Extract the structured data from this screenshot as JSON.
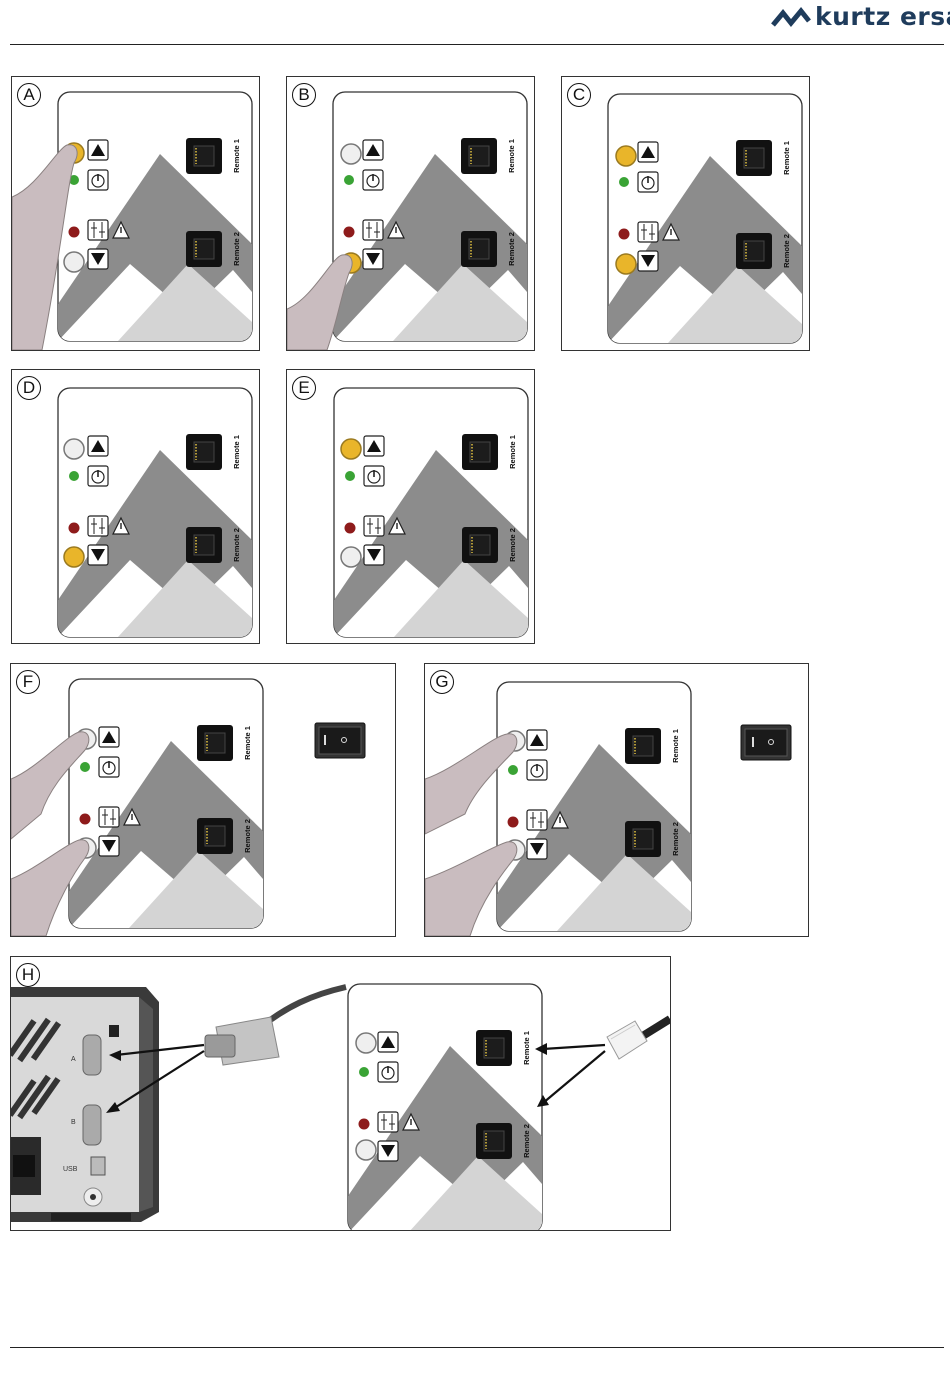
{
  "brand": {
    "name": "kurtz ersa",
    "color": "#1f3c5c"
  },
  "panel_labels": {
    "remote1": "Remote 1",
    "remote2": "Remote 2"
  },
  "connector_labels": {
    "port_a": "A",
    "port_b": "B",
    "usb": "USB"
  },
  "figures": [
    {
      "id": "A",
      "label": "A",
      "top_button": "yellow",
      "bottom_button": "white",
      "finger": "bottom-button-top"
    },
    {
      "id": "B",
      "label": "B",
      "top_button": "white",
      "bottom_button": "yellow",
      "finger": "bottom-button-bottom"
    },
    {
      "id": "C",
      "label": "C",
      "top_button": "yellow",
      "bottom_button": "yellow",
      "finger": "none"
    },
    {
      "id": "D",
      "label": "D",
      "top_button": "white",
      "bottom_button": "yellow",
      "finger": "none"
    },
    {
      "id": "E",
      "label": "E",
      "top_button": "yellow",
      "bottom_button": "white",
      "finger": "none"
    },
    {
      "id": "F",
      "label": "F",
      "top_button": "white",
      "bottom_button": "white",
      "finger": "both",
      "power_switch": true
    },
    {
      "id": "G",
      "label": "G",
      "top_button": "white",
      "bottom_button": "white",
      "finger": "both",
      "power_switch": true
    },
    {
      "id": "H",
      "label": "H",
      "top_button": "white",
      "bottom_button": "white",
      "finger": "none",
      "connections": true
    }
  ],
  "colors": {
    "yellow_button": "#e9b52a",
    "green_led": "#3aa335",
    "red_led": "#8e1b1b",
    "panel_gray": "#8c8c8c",
    "panel_light": "#d4d4d4",
    "finger": "#c9bcbf"
  }
}
